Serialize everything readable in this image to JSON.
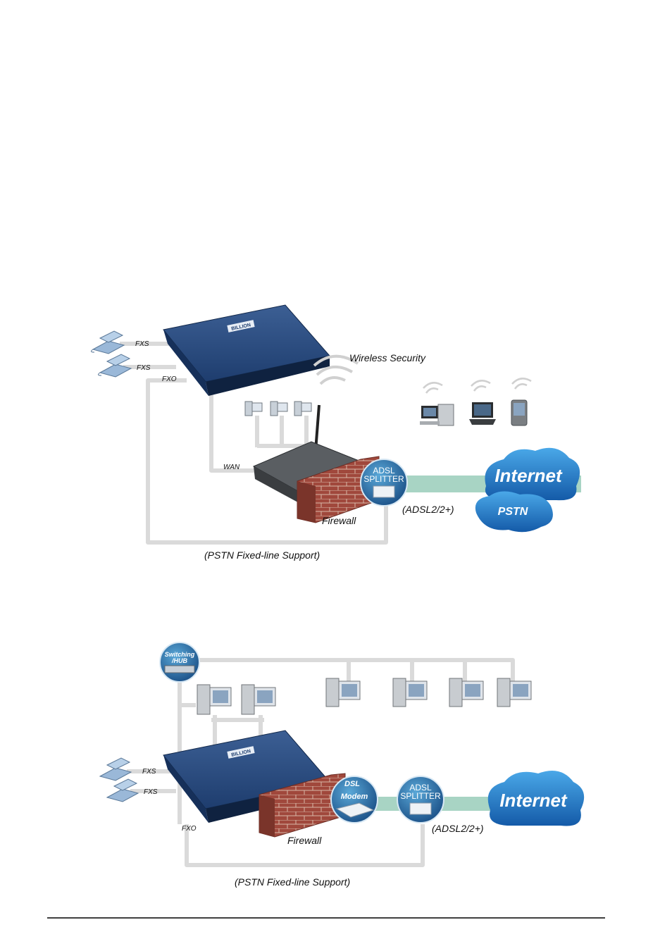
{
  "diagram1": {
    "fxs1": "FXS",
    "fxs2": "FXS",
    "fxo": "FXO",
    "wan": "WAN",
    "wireless_security": "Wireless Security",
    "firewall": "Firewall",
    "splitter_line1": "ADSL",
    "splitter_line2": "SPLITTER",
    "adsl": "(ADSL2/2+)",
    "internet": "Internet",
    "pstn": "PSTN",
    "pstn_support": "(PSTN Fixed-line Support)",
    "router_brand": "BILLION"
  },
  "diagram2": {
    "hub_line1": "Switching",
    "hub_line2": "/HUB",
    "fxs1": "FXS",
    "fxs2": "FXS",
    "fxo": "FXO",
    "dsl": "DSL",
    "modem": "Modem",
    "splitter_line1": "ADSL",
    "splitter_line2": "SPLITTER",
    "firewall": "Firewall",
    "adsl": "(ADSL2/2+)",
    "internet": "Internet",
    "pstn_support": "(PSTN Fixed-line Support)",
    "router_brand": "BILLION"
  },
  "colors": {
    "router_blue": "#1e3d6e",
    "cable_gray": "#dadada",
    "link_green": "#a8d4c4",
    "cloud_blue": "#1e78c8",
    "brick_red": "#a0483c"
  }
}
